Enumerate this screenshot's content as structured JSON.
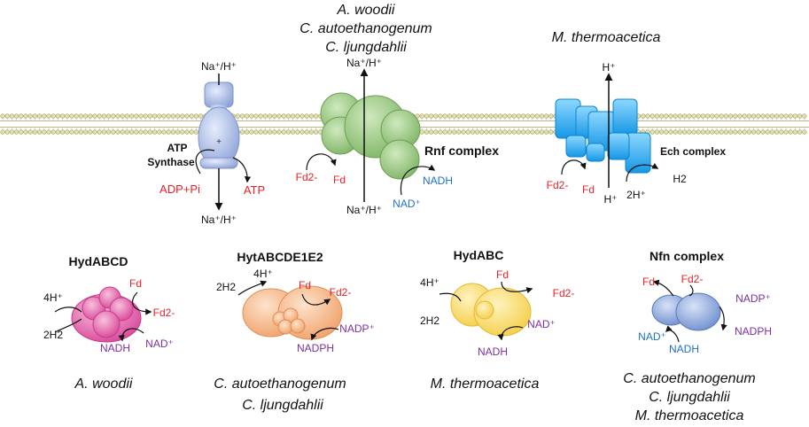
{
  "colors": {
    "red": "#e8212a",
    "blue": "#1f6fc4",
    "purple": "#7b2fa0",
    "black": "#111111",
    "membrane_head": "#e8e2a8",
    "membrane_stroke": "#9a9a6a"
  },
  "organisms": {
    "rnf_1": "A. woodii",
    "rnf_2": "C. autoethanogenum",
    "rnf_3": "C. ljungdahlii",
    "ech_1": "M. thermoacetica"
  },
  "atp": {
    "top_ion": "Na⁺/H⁺",
    "bottom_ion": "Na⁺/H⁺",
    "label_line1": "ATP",
    "label_line2": "Synthase",
    "substrate": "ADP+Pi",
    "product": "ATP"
  },
  "rnf": {
    "label": "Rnf complex",
    "top_ion": "Na⁺/H⁺",
    "bottom_ion": "Na⁺/H⁺",
    "fd_in": "Fd2-",
    "fd_out": "Fd",
    "nadh": "NADH",
    "nad": "NAD⁺"
  },
  "ech": {
    "label": "Ech complex",
    "top_ion": "H⁺",
    "bottom_ion": "H⁺",
    "fd_in": "Fd2-",
    "fd_out": "Fd",
    "h_in": "2H⁺",
    "h2": "H2"
  },
  "hydabcd": {
    "title": "HydABCD",
    "h_plus": "4H⁺",
    "h2": "2H2",
    "fd": "Fd",
    "fd2": "Fd2-",
    "nadh": "NADH",
    "nad": "NAD⁺",
    "organism": "A. woodii"
  },
  "hytabcde": {
    "title": "HytABCDE1E2",
    "h2": "2H2",
    "h_plus": "4H⁺",
    "fd": "Fd",
    "fd2": "Fd2-",
    "nadp": "NADP⁺",
    "nadph": "NADPH",
    "organism_1": "C. autoethanogenum",
    "organism_2": "C. ljungdahlii"
  },
  "hydabc": {
    "title": "HydABC",
    "h_plus": "4H⁺",
    "h2": "2H2",
    "fd": "Fd",
    "fd2": "Fd2-",
    "nad": "NAD⁺",
    "nadh": "NADH",
    "organism": "M. thermoacetica"
  },
  "nfn": {
    "title": "Nfn complex",
    "fd": "Fd",
    "fd2": "Fd2-",
    "nadp": "NADP⁺",
    "nadph": "NADPH",
    "nad": "NAD⁺",
    "nadh": "NADH",
    "organism_1": "C. autoethanogenum",
    "organism_2": "C. ljungdahlii",
    "organism_3": "M. thermoacetica"
  }
}
